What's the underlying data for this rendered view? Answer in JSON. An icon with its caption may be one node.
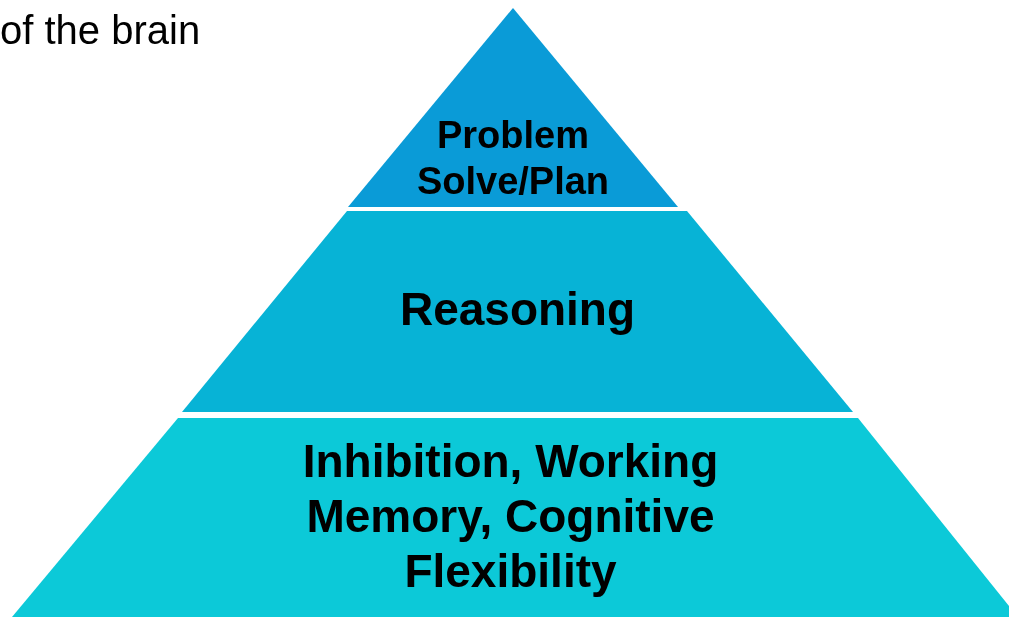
{
  "diagram": {
    "nodes": [
      {
        "text": [
          "Problem Solve/Plan"
        ]
      },
      {
        "text": [
          "Reasoning"
        ]
      },
      {
        "text": [
          "Inhibition, Working Memory, Cognitive Flexibility"
        ]
      }
    ],
    "labels": [
      "of the brain"
    ]
  }
}
